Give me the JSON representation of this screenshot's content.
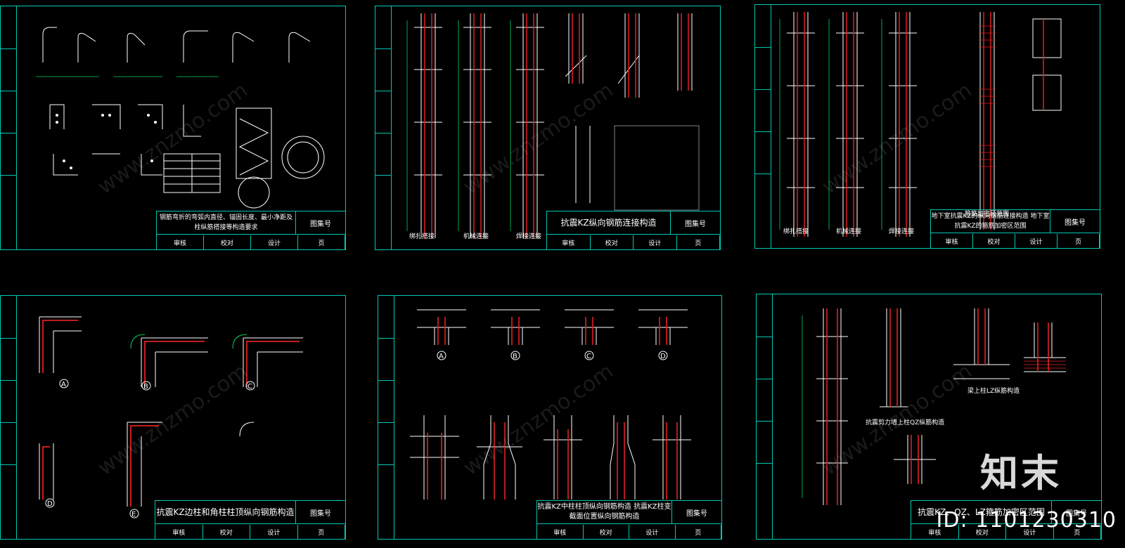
{
  "sheets": [
    {
      "title": "钢筋弯折的弯弧内直径、锚固长度、最小净距及柱纵筋搭接等构造要求",
      "no_label": "图集号",
      "row": [
        "审核",
        "校对",
        "设计",
        "页"
      ]
    },
    {
      "title": "抗震KZ纵向钢筋连接构造",
      "no_label": "图集号",
      "row": [
        "审核",
        "校对",
        "设计",
        "页"
      ]
    },
    {
      "title": "地下室抗震KZ的纵向钢筋连接构造 地下室抗震KZ的箍筋加密区范围",
      "no_label": "图集号",
      "row": [
        "审核",
        "校对",
        "设计",
        "页"
      ]
    },
    {
      "title": "抗震KZ边柱和角柱柱顶纵向钢筋构造",
      "no_label": "图集号",
      "row": [
        "审核",
        "校对",
        "设计",
        "页"
      ]
    },
    {
      "title": "抗震KZ中柱柱顶纵向钢筋构造 抗震KZ柱变截面位置纵向钢筋构造",
      "no_label": "图集号",
      "row": [
        "审核",
        "校对",
        "设计",
        "页"
      ]
    },
    {
      "title": "抗震KZ、QZ、LZ箍筋加密区范围",
      "no_label": "图集号",
      "row": [
        "审核",
        "校对",
        "设计",
        "页"
      ]
    }
  ],
  "captions": {
    "s2": [
      "绑扎搭接",
      "机械连接",
      "焊接连接"
    ],
    "s3": [
      "绑扎搭接",
      "机械连接",
      "焊接连接",
      "箍筋加密区范围"
    ],
    "s4": [
      "A",
      "B",
      "C",
      "D",
      "E"
    ],
    "s5": [
      "A",
      "B",
      "C",
      "D"
    ],
    "s6": [
      "抗震剪力墙上柱QZ纵筋构造",
      "梁上柱LZ纵筋构造"
    ]
  },
  "brand": "知末",
  "id_tag": "ID: 1101230310",
  "watermark": "www.znzmo.com",
  "colors": {
    "frame": "#00c8b4",
    "rebar": "#e02020",
    "line": "#ffffff",
    "dim": "#00d060",
    "bg": "#000000"
  }
}
